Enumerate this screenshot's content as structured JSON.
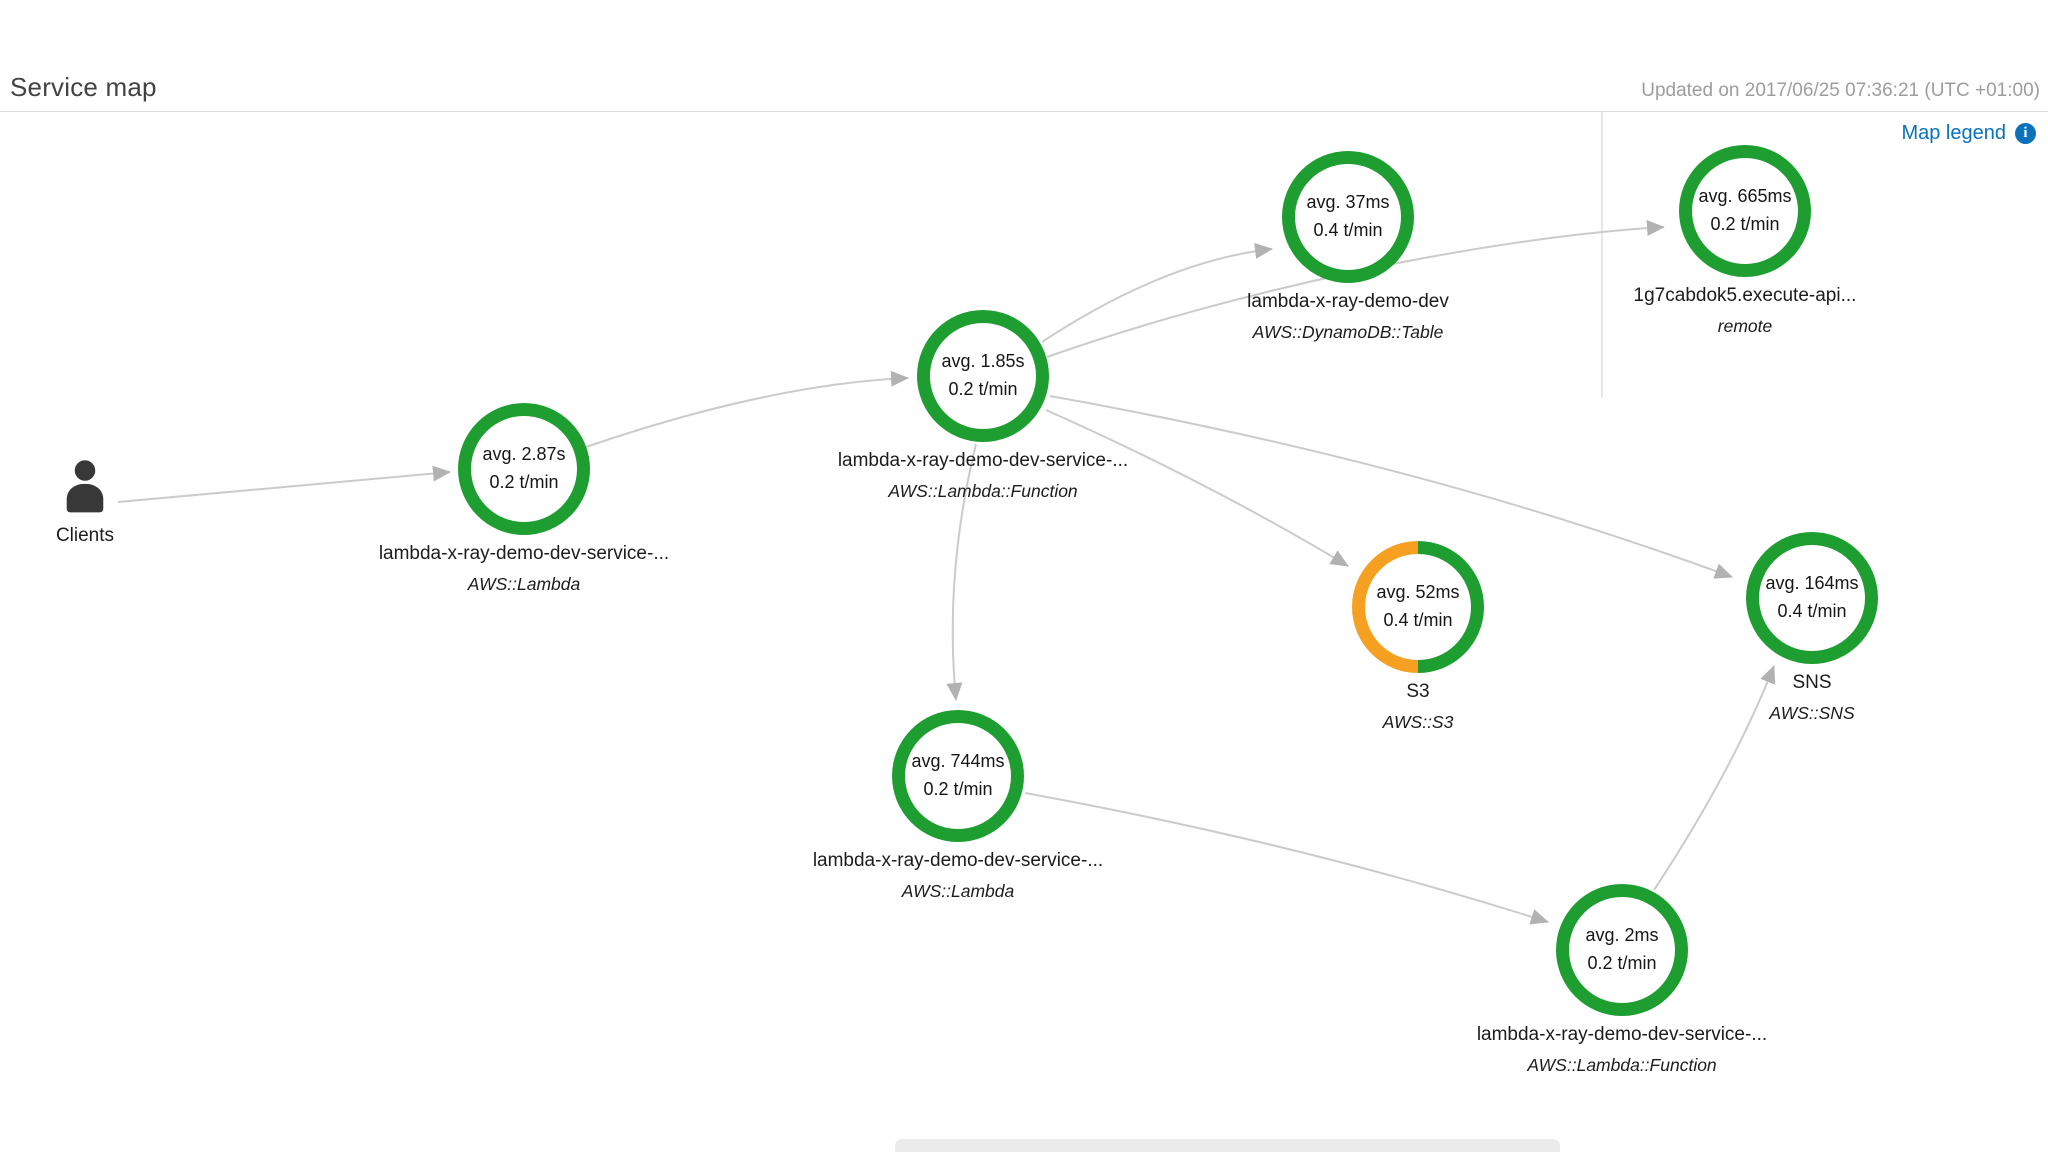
{
  "header": {
    "title": "Service map",
    "updated": "Updated on 2017/06/25 07:36:21 (UTC +01:00)",
    "map_legend": "Map legend",
    "info_glyph": "i"
  },
  "clients": {
    "label": "Clients"
  },
  "nodes": [
    {
      "latency": "avg. 2.87s",
      "rate": "0.2 t/min",
      "label": "lambda-x-ray-demo-dev-service-...",
      "sublabel": "AWS::Lambda",
      "health": "ok"
    },
    {
      "latency": "avg. 1.85s",
      "rate": "0.2 t/min",
      "label": "lambda-x-ray-demo-dev-service-...",
      "sublabel": "AWS::Lambda::Function",
      "health": "ok"
    },
    {
      "latency": "avg. 37ms",
      "rate": "0.4 t/min",
      "label": "lambda-x-ray-demo-dev",
      "sublabel": "AWS::DynamoDB::Table",
      "health": "ok"
    },
    {
      "latency": "avg. 665ms",
      "rate": "0.2 t/min",
      "label": "1g7cabdok5.execute-api...",
      "sublabel": "remote",
      "health": "ok"
    },
    {
      "latency": "avg. 52ms",
      "rate": "0.4 t/min",
      "label": "S3",
      "sublabel": "AWS::S3",
      "health": "half-warning"
    },
    {
      "latency": "avg. 164ms",
      "rate": "0.4 t/min",
      "label": "SNS",
      "sublabel": "AWS::SNS",
      "health": "ok"
    },
    {
      "latency": "avg. 744ms",
      "rate": "0.2 t/min",
      "label": "lambda-x-ray-demo-dev-service-...",
      "sublabel": "AWS::Lambda",
      "health": "ok"
    },
    {
      "latency": "avg. 2ms",
      "rate": "0.2 t/min",
      "label": "lambda-x-ray-demo-dev-service-...",
      "sublabel": "AWS::Lambda::Function",
      "health": "ok"
    }
  ],
  "edges": [
    {
      "from": "clients",
      "to": "lambda-service"
    },
    {
      "from": "lambda-service",
      "to": "lambda-function"
    },
    {
      "from": "lambda-function",
      "to": "dynamodb-table"
    },
    {
      "from": "lambda-function",
      "to": "execute-api"
    },
    {
      "from": "lambda-function",
      "to": "s3"
    },
    {
      "from": "lambda-function",
      "to": "sns"
    },
    {
      "from": "lambda-function",
      "to": "lambda-service-2"
    },
    {
      "from": "lambda-service-2",
      "to": "lambda-function-2"
    },
    {
      "from": "lambda-function-2",
      "to": "sns"
    }
  ],
  "colors": {
    "ok_green": "#1e9e30",
    "warning_orange": "#f5a021",
    "edge_gray": "#cbcbcb",
    "arrow_gray": "#b2b2b2",
    "legend_blue": "#0a72bb"
  }
}
